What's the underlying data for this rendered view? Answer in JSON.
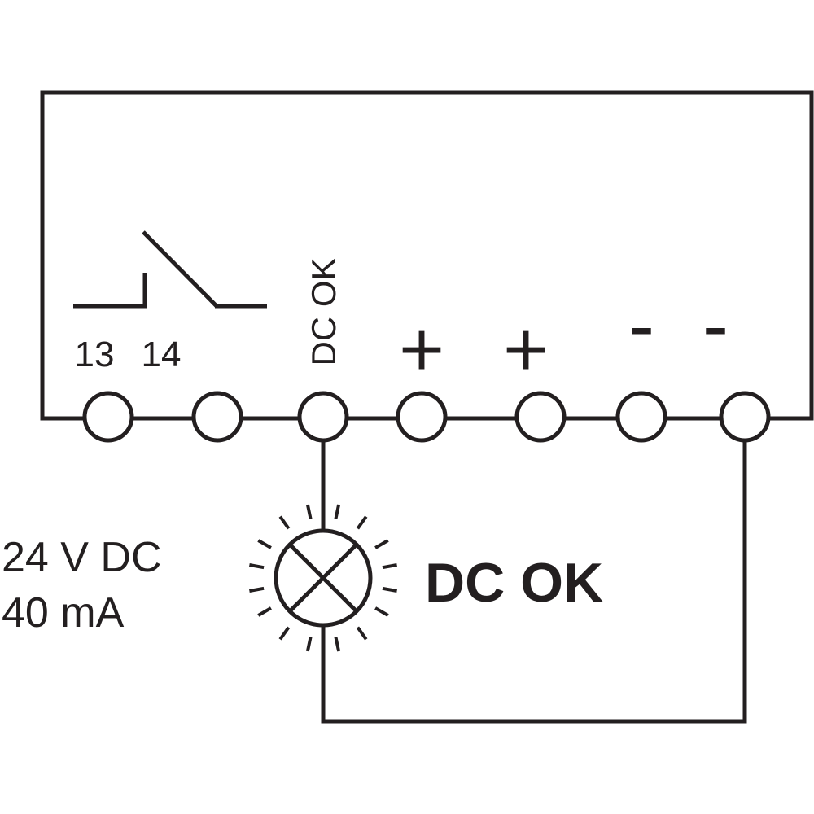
{
  "terminals": {
    "t1": "13",
    "t2": "14",
    "t3": "DC OK",
    "t4": "+",
    "t5": "+",
    "t6": "-",
    "t7": "-"
  },
  "supply": {
    "voltage": "24 V DC",
    "current": "40 mA"
  },
  "lamp": {
    "label": "DC OK"
  },
  "colors": {
    "line": "#231f20",
    "background": "#ffffff"
  }
}
